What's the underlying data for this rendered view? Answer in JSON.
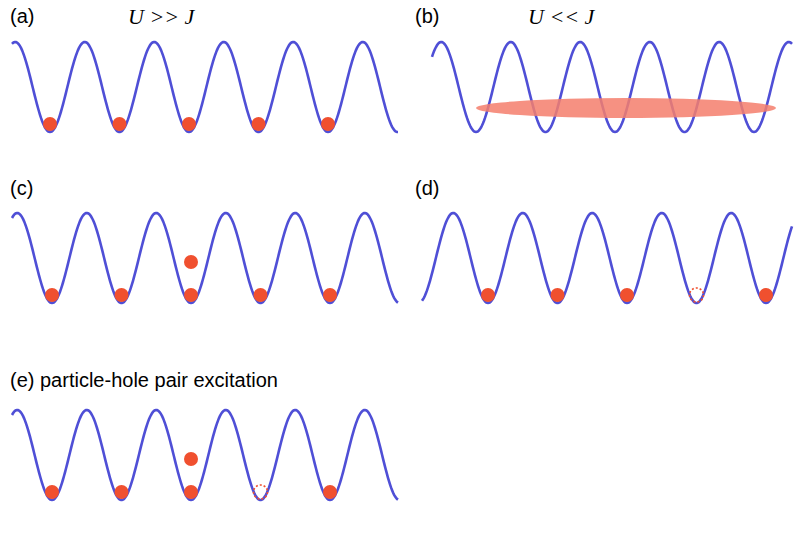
{
  "diagram": {
    "labels": [
      "(a)",
      "U >> J",
      "(b)",
      "U << J",
      "(c)",
      "(d)",
      "(e) particle-hole pair excitation"
    ]
  }
}
